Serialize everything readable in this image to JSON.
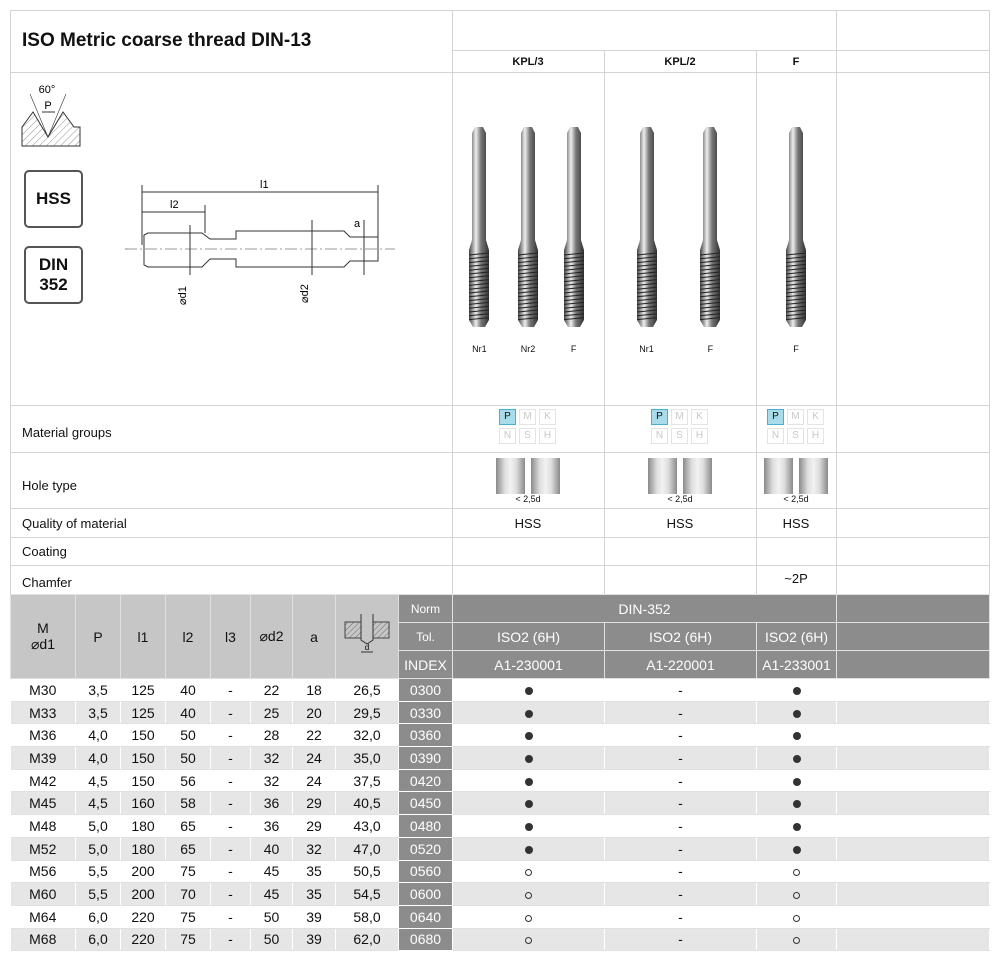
{
  "title": "ISO Metric coarse thread DIN-13",
  "thread_profile": {
    "angle": "60°",
    "pitch": "P"
  },
  "badges": {
    "material": "HSS",
    "norm_line1": "DIN",
    "norm_line2": "352"
  },
  "drawing": {
    "l1": "l1",
    "l2": "l2",
    "a": "a",
    "d1": "⌀d1",
    "d2": "⌀d2"
  },
  "columns": [
    {
      "name": "KPL/3",
      "taps": [
        "Nr1",
        "Nr2",
        "F"
      ],
      "chamfer": "",
      "quality": "HSS",
      "tol": "ISO2 (6H)",
      "index": "A1-230001"
    },
    {
      "name": "KPL/2",
      "taps": [
        "Nr1",
        "F"
      ],
      "chamfer": "",
      "quality": "HSS",
      "tol": "ISO2 (6H)",
      "index": "A1-220001"
    },
    {
      "name": "F",
      "taps": [
        "F"
      ],
      "chamfer": "~2P",
      "quality": "HSS",
      "tol": "ISO2 (6H)",
      "index": "A1-233001"
    }
  ],
  "row_labels": {
    "material": "Material groups",
    "hole": "Hole type",
    "quality": "Quality of material",
    "coating": "Coating",
    "chamfer": "Chamfer"
  },
  "material_groups": [
    "P",
    "M",
    "K",
    "N",
    "S",
    "H"
  ],
  "material_active": "P",
  "hole_note": "< 2,5d",
  "table": {
    "headers": {
      "m": "M",
      "d1": "⌀d1",
      "p": "P",
      "l1": "l1",
      "l2": "l2",
      "l3": "l3",
      "d2": "⌀d2",
      "a": "a",
      "drill": "d",
      "norm": "Norm",
      "tol": "Tol.",
      "index": "INDEX",
      "norm_value": "DIN-352"
    },
    "rows": [
      {
        "m": "M30",
        "p": "3,5",
        "l1": "125",
        "l2": "40",
        "l3": "-",
        "d2": "22",
        "a": "18",
        "drill": "26,5",
        "idx": "0300",
        "av": [
          "filled",
          "-",
          "filled"
        ]
      },
      {
        "m": "M33",
        "p": "3,5",
        "l1": "125",
        "l2": "40",
        "l3": "-",
        "d2": "25",
        "a": "20",
        "drill": "29,5",
        "idx": "0330",
        "av": [
          "filled",
          "-",
          "filled"
        ]
      },
      {
        "m": "M36",
        "p": "4,0",
        "l1": "150",
        "l2": "50",
        "l3": "-",
        "d2": "28",
        "a": "22",
        "drill": "32,0",
        "idx": "0360",
        "av": [
          "filled",
          "-",
          "filled"
        ]
      },
      {
        "m": "M39",
        "p": "4,0",
        "l1": "150",
        "l2": "50",
        "l3": "-",
        "d2": "32",
        "a": "24",
        "drill": "35,0",
        "idx": "0390",
        "av": [
          "filled",
          "-",
          "filled"
        ]
      },
      {
        "m": "M42",
        "p": "4,5",
        "l1": "150",
        "l2": "56",
        "l3": "-",
        "d2": "32",
        "a": "24",
        "drill": "37,5",
        "idx": "0420",
        "av": [
          "filled",
          "-",
          "filled"
        ]
      },
      {
        "m": "M45",
        "p": "4,5",
        "l1": "160",
        "l2": "58",
        "l3": "-",
        "d2": "36",
        "a": "29",
        "drill": "40,5",
        "idx": "0450",
        "av": [
          "filled",
          "-",
          "filled"
        ]
      },
      {
        "m": "M48",
        "p": "5,0",
        "l1": "180",
        "l2": "65",
        "l3": "-",
        "d2": "36",
        "a": "29",
        "drill": "43,0",
        "idx": "0480",
        "av": [
          "filled",
          "-",
          "filled"
        ]
      },
      {
        "m": "M52",
        "p": "5,0",
        "l1": "180",
        "l2": "65",
        "l3": "-",
        "d2": "40",
        "a": "32",
        "drill": "47,0",
        "idx": "0520",
        "av": [
          "filled",
          "-",
          "filled"
        ]
      },
      {
        "m": "M56",
        "p": "5,5",
        "l1": "200",
        "l2": "75",
        "l3": "-",
        "d2": "45",
        "a": "35",
        "drill": "50,5",
        "idx": "0560",
        "av": [
          "open",
          "-",
          "open"
        ]
      },
      {
        "m": "M60",
        "p": "5,5",
        "l1": "200",
        "l2": "70",
        "l3": "-",
        "d2": "45",
        "a": "35",
        "drill": "54,5",
        "idx": "0600",
        "av": [
          "open",
          "-",
          "open"
        ]
      },
      {
        "m": "M64",
        "p": "6,0",
        "l1": "220",
        "l2": "75",
        "l3": "-",
        "d2": "50",
        "a": "39",
        "drill": "58,0",
        "idx": "0640",
        "av": [
          "open",
          "-",
          "open"
        ]
      },
      {
        "m": "M68",
        "p": "6,0",
        "l1": "220",
        "l2": "75",
        "l3": "-",
        "d2": "50",
        "a": "39",
        "drill": "62,0",
        "idx": "0680",
        "av": [
          "open",
          "-",
          "open"
        ]
      }
    ]
  }
}
